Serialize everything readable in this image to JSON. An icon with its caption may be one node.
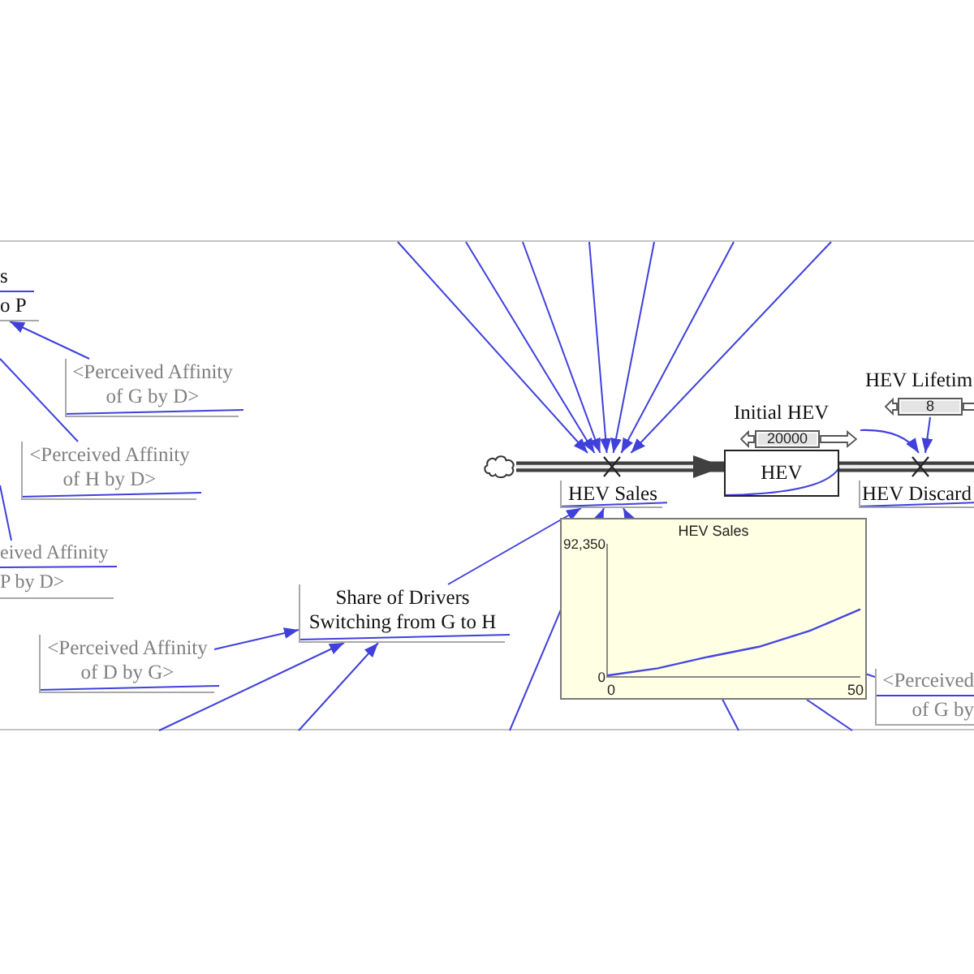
{
  "diagram": {
    "nodes": [
      {
        "text": [
          "s",
          "o P"
        ]
      },
      {
        "text": [
          "<Perceived Affinity of G by D>"
        ]
      },
      {
        "text": [
          "<Perceived Affinity of H by D>"
        ]
      },
      {
        "text": [
          "eived Affinity",
          "P by D>"
        ]
      },
      {
        "text": [
          "Share of Drivers Switching from G to H"
        ]
      },
      {
        "text": [
          "<Perceived Affinity of D by G>"
        ]
      },
      {
        "text": [],
        "shape": "cloud"
      },
      {
        "text": [
          "HEV Sales"
        ]
      },
      {
        "text": [
          "Initial HEV",
          "20000"
        ]
      },
      {
        "text": [
          "HEV"
        ]
      },
      {
        "text": [
          "HEV Discard"
        ]
      },
      {
        "text": [
          "HEV Lifetim",
          "8"
        ]
      },
      {
        "text": [
          "<Perceived",
          "of G by"
        ]
      }
    ],
    "edges": [
      {
        "from": 1,
        "to": 0,
        "arrow": "to"
      },
      {
        "from": 2,
        "to": null,
        "arrow": "none"
      },
      {
        "from": 3,
        "to": null,
        "arrow": "none"
      },
      {
        "from": 5,
        "to": 4,
        "arrow": "to"
      },
      {
        "from": null,
        "to": 4,
        "arrow": "to"
      },
      {
        "from": null,
        "to": 4,
        "arrow": "to"
      },
      {
        "from": 4,
        "to": 7,
        "arrow": "to"
      },
      {
        "from": null,
        "to": 7,
        "arrow": "to"
      },
      {
        "from": null,
        "to": 7,
        "arrow": "to"
      },
      {
        "from": null,
        "to": 7,
        "arrow": "to"
      },
      {
        "from": null,
        "to": 7,
        "arrow": "to"
      },
      {
        "from": null,
        "to": 7,
        "arrow": "to"
      },
      {
        "from": null,
        "to": 7,
        "arrow": "to"
      },
      {
        "from": null,
        "to": 7,
        "arrow": "to"
      },
      {
        "from": null,
        "to": 7,
        "arrow": "to"
      },
      {
        "from": null,
        "to": 7,
        "arrow": "to"
      },
      {
        "from": 6,
        "to": 7,
        "arrow": "none",
        "style": "thick",
        "color": "#404040"
      },
      {
        "from": 7,
        "to": 9,
        "arrow": "to",
        "style": "thick",
        "color": "#404040"
      },
      {
        "from": 9,
        "to": 10,
        "arrow": "none",
        "style": "thick",
        "color": "#404040"
      },
      {
        "from": 8,
        "to": 10,
        "arrow": "to"
      },
      {
        "from": 11,
        "to": 10,
        "arrow": "to"
      },
      {
        "from": 12,
        "to": null,
        "arrow": "none"
      },
      {
        "from": 0,
        "to": null,
        "arrow": "none"
      },
      {
        "from": 1,
        "to": null,
        "arrow": "none"
      },
      {
        "from": 2,
        "to": null,
        "arrow": "none"
      },
      {
        "from": 3,
        "to": null,
        "arrow": "none"
      },
      {
        "from": 4,
        "to": null,
        "arrow": "none"
      },
      {
        "from": 5,
        "to": null,
        "arrow": "none"
      },
      {
        "from": 7,
        "to": null,
        "arrow": "none"
      },
      {
        "from": 9,
        "to": null,
        "arrow": "none"
      },
      {
        "from": 10,
        "to": null,
        "arrow": "none"
      },
      {
        "from": 12,
        "to": null,
        "arrow": "none"
      }
    ],
    "chart_data": {
      "type": "line",
      "title": "HEV Sales",
      "x": [
        0,
        10,
        20,
        30,
        40,
        50
      ],
      "series": [
        {
          "color": "#4646e0",
          "values": [
            1000,
            6000,
            14000,
            21000,
            32000,
            47000
          ]
        }
      ],
      "xlim": [
        0,
        50
      ],
      "ylim": [
        0,
        92350
      ],
      "xticks": [
        0,
        50
      ],
      "yticks": [
        {
          "value": 0,
          "label": "0"
        },
        {
          "value": 92350,
          "label": "92,350"
        }
      ]
    }
  }
}
